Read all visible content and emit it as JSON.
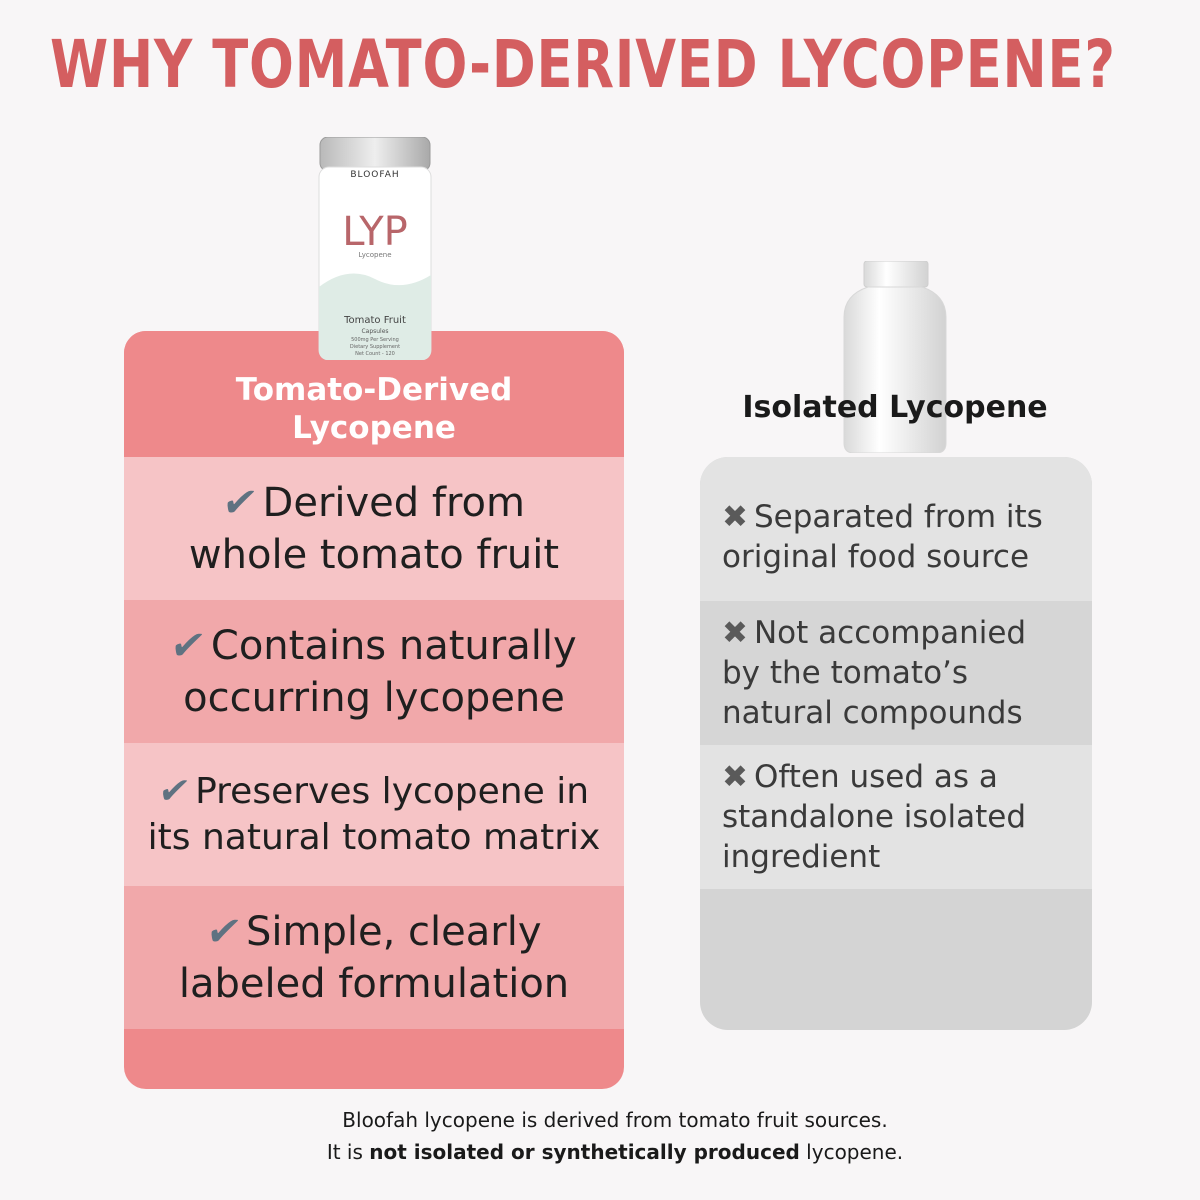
{
  "headline": "WHY TOMATO-DERIVED LYCOPENE?",
  "product_jar": {
    "brand": "BLOOFAH",
    "name": "LYP",
    "subtitle": "Lycopene",
    "line1": "Tomato Fruit",
    "line2": "Capsules",
    "line3": "500mg Per Serving",
    "line4": "Dietary Supplement",
    "line5": "Net Count - 120"
  },
  "left_column": {
    "title_line1": "Tomato-Derived",
    "title_line2": "Lycopene",
    "check_icon": "✔",
    "benefits": [
      {
        "line1": "Derived from",
        "line2": "whole tomato fruit"
      },
      {
        "line1": "Contains naturally",
        "line2": "occurring lycopene"
      },
      {
        "line1": "Preserves lycopene in",
        "line2": "its natural tomato matrix"
      },
      {
        "line1": "Simple, clearly",
        "line2": "labeled formulation"
      }
    ]
  },
  "right_column": {
    "title": "Isolated Lycopene",
    "cross_icon": "✖",
    "drawbacks": [
      {
        "line1": "Separated from its",
        "line2": "original food source"
      },
      {
        "line1": "Not accompanied",
        "line2": "by the tomato’s",
        "line3": "natural compounds"
      },
      {
        "line1": "Often used as a",
        "line2": "standalone isolated",
        "line3": "ingredient"
      }
    ]
  },
  "footnote": {
    "line1": "Bloofah lycopene is derived from tomato fruit sources.",
    "line2_prefix": "It is ",
    "line2_bold": "not isolated or synthetically produced",
    "line2_suffix": " lycopene."
  },
  "colors": {
    "accent": "#d45e60",
    "card_header": "#ee898b",
    "row_light": "#f6c4c6",
    "row_mid": "#f1a8aa",
    "check": "#5f7281",
    "right_card": "#d4d4d4"
  }
}
